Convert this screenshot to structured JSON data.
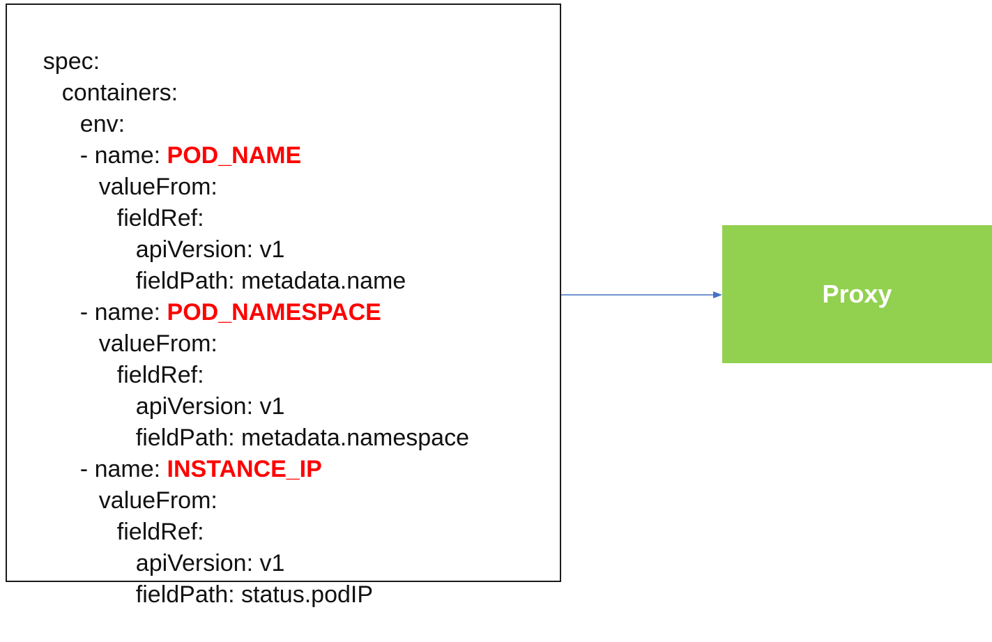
{
  "yaml": {
    "lines": [
      {
        "key": "spec:",
        "value": ""
      },
      {
        "key": "containers:",
        "value": ""
      },
      {
        "key": "env:",
        "value": ""
      },
      {
        "key": "- name: ",
        "value": "POD_NAME"
      },
      {
        "key": "valueFrom:",
        "value": ""
      },
      {
        "key": "fieldRef:",
        "value": ""
      },
      {
        "key": "apiVersion: v1",
        "value": ""
      },
      {
        "key": "fieldPath: metadata.name",
        "value": ""
      },
      {
        "key": "- name: ",
        "value": "POD_NAMESPACE"
      },
      {
        "key": "valueFrom:",
        "value": ""
      },
      {
        "key": "fieldRef:",
        "value": ""
      },
      {
        "key": "apiVersion: v1",
        "value": ""
      },
      {
        "key": "fieldPath: metadata.namespace",
        "value": ""
      },
      {
        "key": "- name: ",
        "value": "INSTANCE_IP"
      },
      {
        "key": "valueFrom:",
        "value": ""
      },
      {
        "key": "fieldRef:",
        "value": ""
      },
      {
        "key": "apiVersion: v1",
        "value": ""
      },
      {
        "key": "fieldPath: status.podIP",
        "value": ""
      }
    ],
    "highlight_color": "#ff0000"
  },
  "arrow": {
    "color": "#4472c4"
  },
  "proxy": {
    "label": "Proxy",
    "color": "#92d050"
  }
}
